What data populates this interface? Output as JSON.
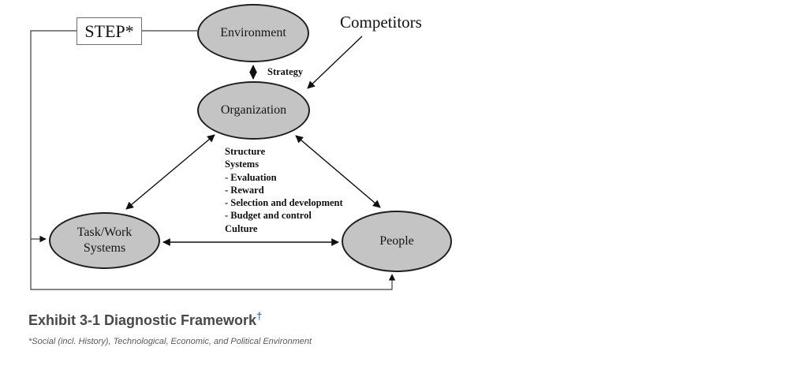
{
  "diagram": {
    "step_box": {
      "label": "STEP*"
    },
    "competitors_label": "Competitors",
    "strategy_label": "Strategy",
    "nodes": {
      "environment": {
        "label": "Environment"
      },
      "organization": {
        "label": "Organization"
      },
      "task_work": {
        "line1": "Task/Work",
        "line2": "Systems"
      },
      "people": {
        "label": "People"
      }
    },
    "org_attributes": [
      "Structure",
      "Systems",
      "- Evaluation",
      "- Reward",
      "- Selection and development",
      "- Budget and control",
      "Culture"
    ],
    "colors": {
      "node_fill": "#c4c4c4",
      "node_stroke": "#1f1f1f",
      "arrow": "#101010",
      "connector": "#3d3d3d"
    }
  },
  "caption": {
    "title": "Exhibit 3-1 Diagnostic Framework",
    "dagger": "†",
    "dagger_color": "#2e7dc0"
  },
  "footnote": "*Social (incl. History), Technological, Economic, and Political Environment"
}
